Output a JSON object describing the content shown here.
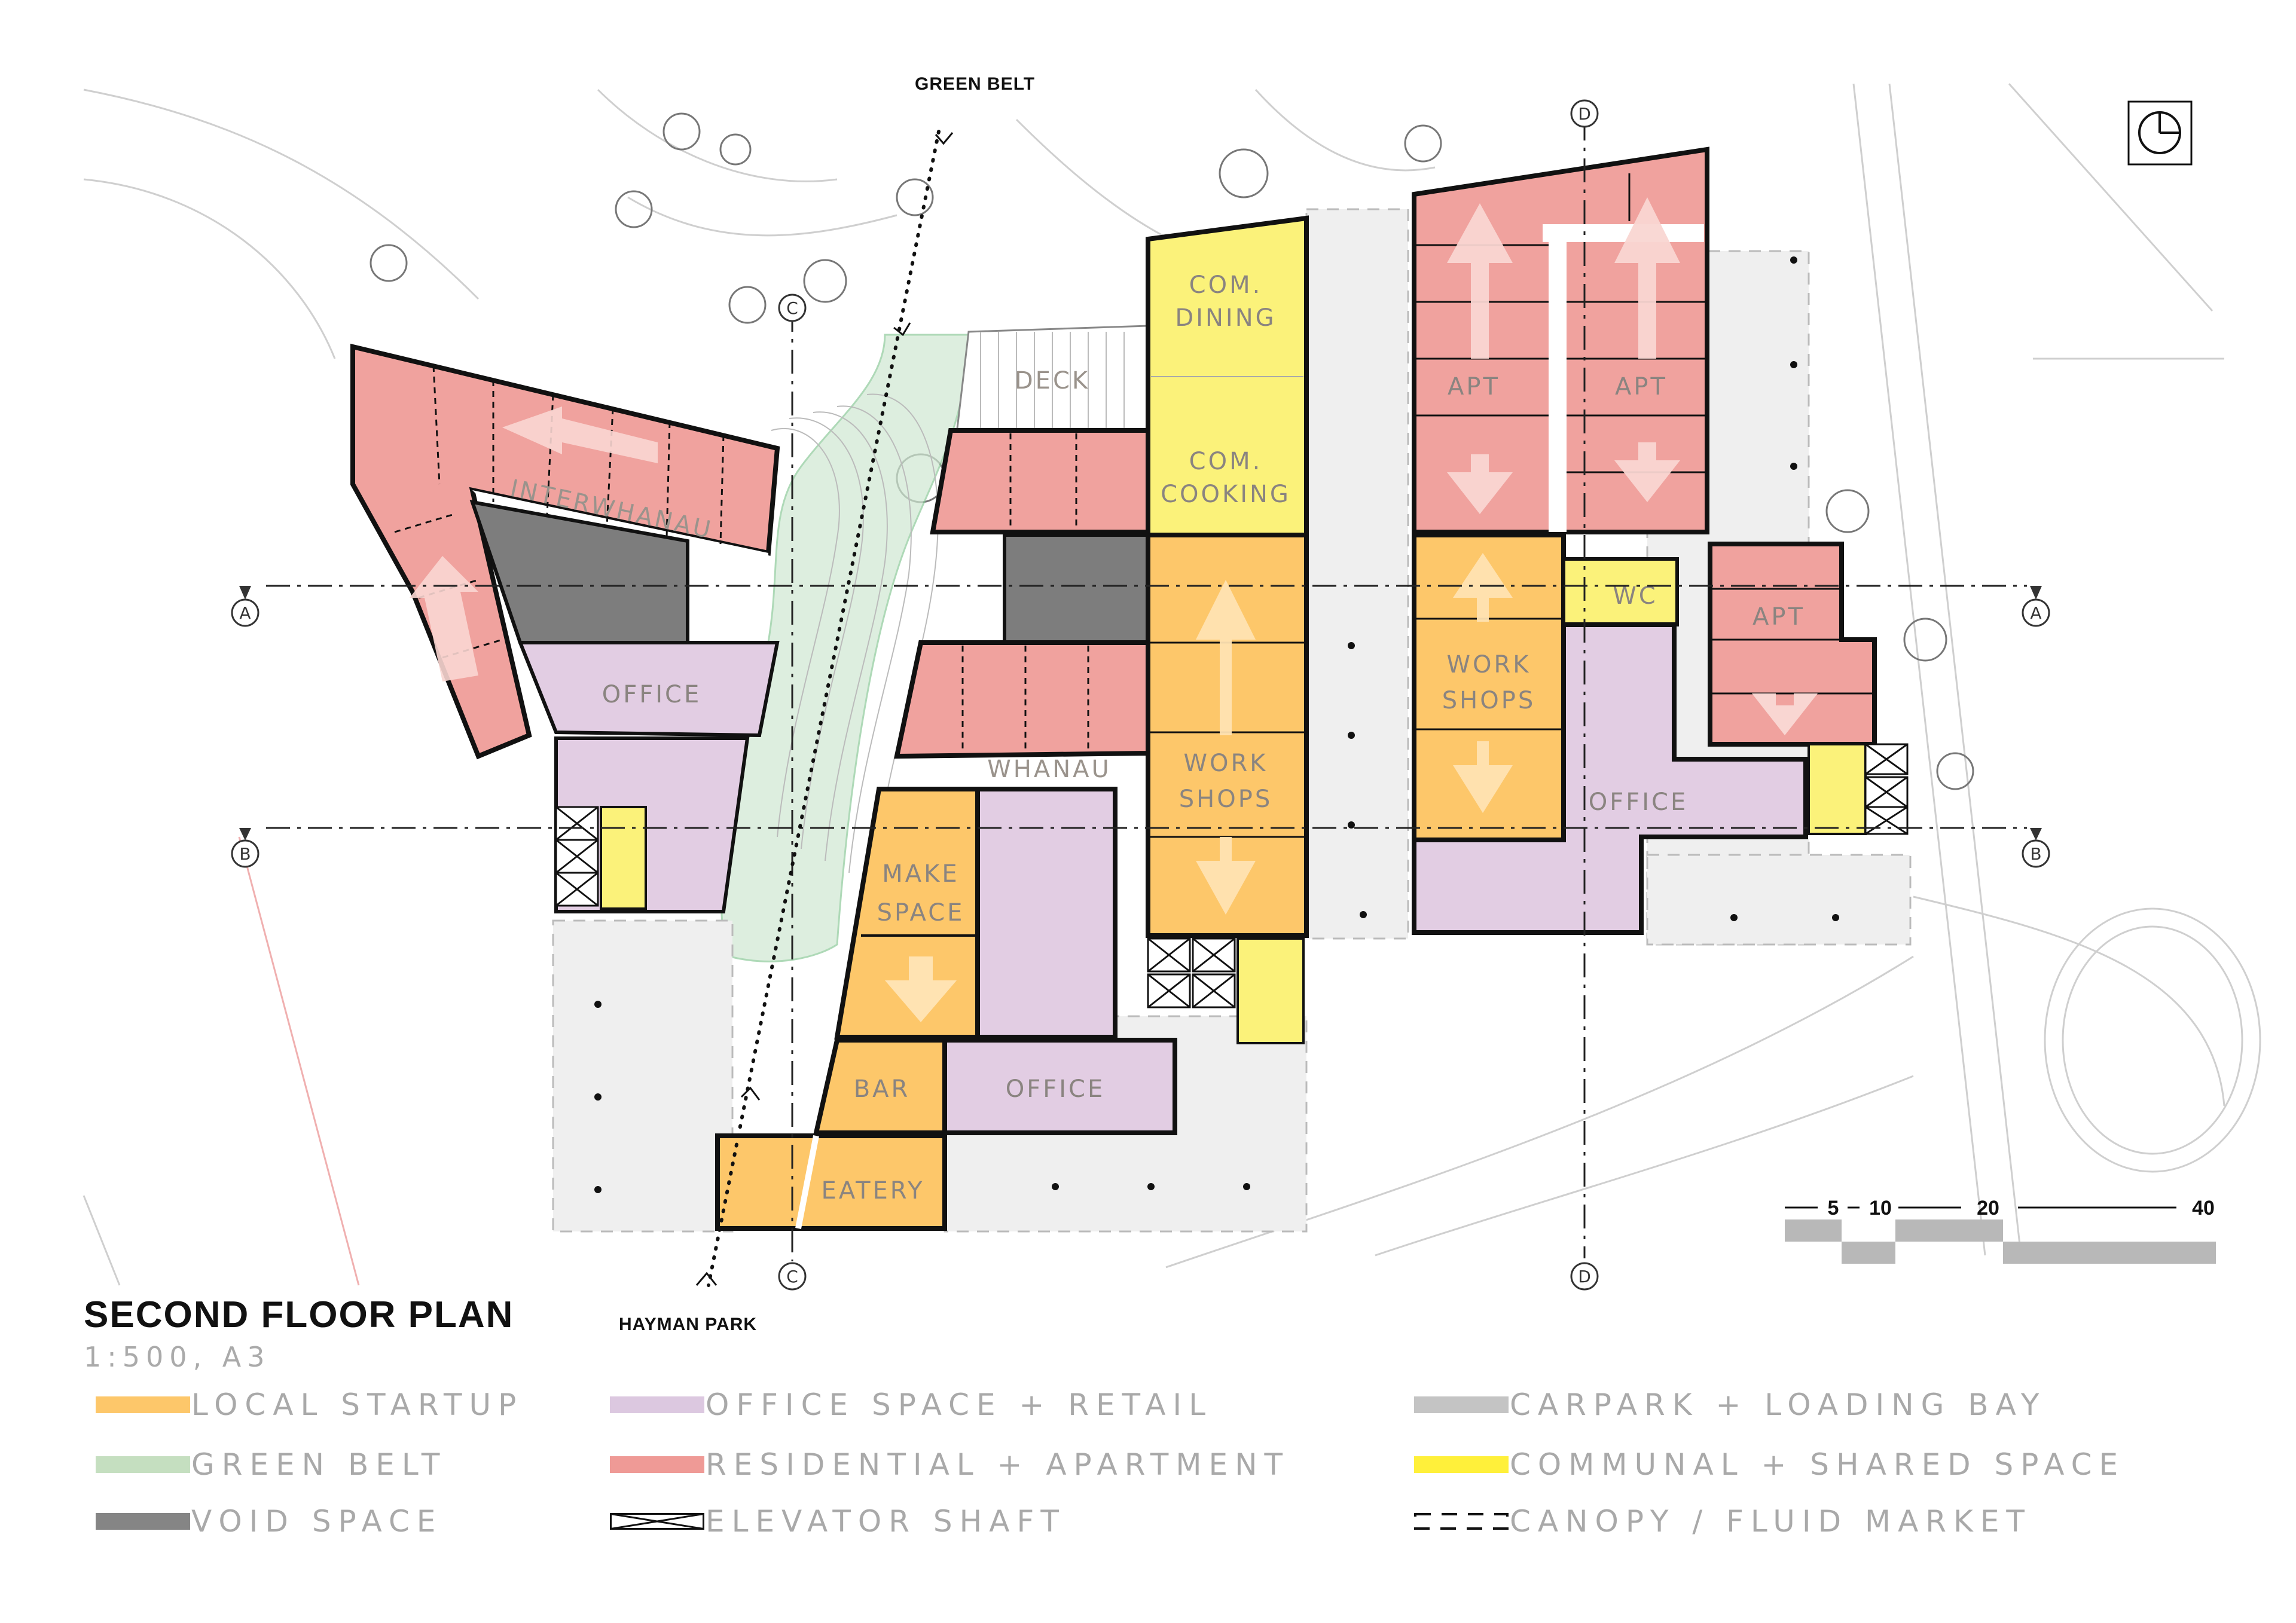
{
  "title": "SECOND FLOOR PLAN",
  "scale_note": "1:500, A3",
  "annotations": {
    "green_belt": "GREEN BELT",
    "hayman_park": "HAYMAN PARK"
  },
  "grid_labels": {
    "a": "A",
    "b": "B",
    "c": "C",
    "d": "D"
  },
  "scale_bar": [
    "5",
    "10",
    "20",
    "40"
  ],
  "rooms": {
    "interwhanau": "INTERWHANAU",
    "office_west": "OFFICE",
    "deck": "DECK",
    "com_dining_1": "COM.",
    "com_dining_2": "DINING",
    "com_cooking_1": "COM.",
    "com_cooking_2": "COOKING",
    "whanau": "WHANAU",
    "work_shops_mid_1": "WORK",
    "work_shops_mid_2": "SHOPS",
    "make_space_1": "MAKE",
    "make_space_2": "SPACE",
    "bar": "BAR",
    "office_south": "OFFICE",
    "eatery": "EATERY",
    "apt_1": "APT",
    "apt_2": "APT",
    "apt_3": "APT",
    "wc": "WC",
    "work_shops_east_1": "WORK",
    "work_shops_east_2": "SHOPS",
    "office_east": "OFFICE"
  },
  "legend": [
    {
      "label": "LOCAL STARTUP",
      "color": "#fdc76a",
      "pattern": "solid"
    },
    {
      "label": "OFFICE SPACE + RETAIL",
      "color": "#dcc8e0",
      "pattern": "solid"
    },
    {
      "label": "CARPARK + LOADING BAY",
      "color": "#c4c4c4",
      "pattern": "solid"
    },
    {
      "label": "GREEN BELT",
      "color": "#c5dfc0",
      "pattern": "solid"
    },
    {
      "label": "RESIDENTIAL + APARTMENT",
      "color": "#ef9a96",
      "pattern": "solid"
    },
    {
      "label": "COMMUNAL + SHARED SPACE",
      "color": "#fff03a",
      "pattern": "solid"
    },
    {
      "label": "VOID SPACE",
      "color": "#858585",
      "pattern": "solid"
    },
    {
      "label": "ELEVATOR SHAFT",
      "color": "#ffffff",
      "pattern": "cross"
    },
    {
      "label": "CANOPY / FLUID  MARKET",
      "color": "#ffffff",
      "pattern": "dashed"
    }
  ],
  "colors": {
    "startup": "#fdc76a",
    "office": "#e2cde3",
    "residential": "#f0a29e",
    "communal": "#fbf27a",
    "void": "#7d7d7d",
    "green": "#cfe8d2",
    "carpark": "#efefef",
    "wall": "#111111"
  }
}
